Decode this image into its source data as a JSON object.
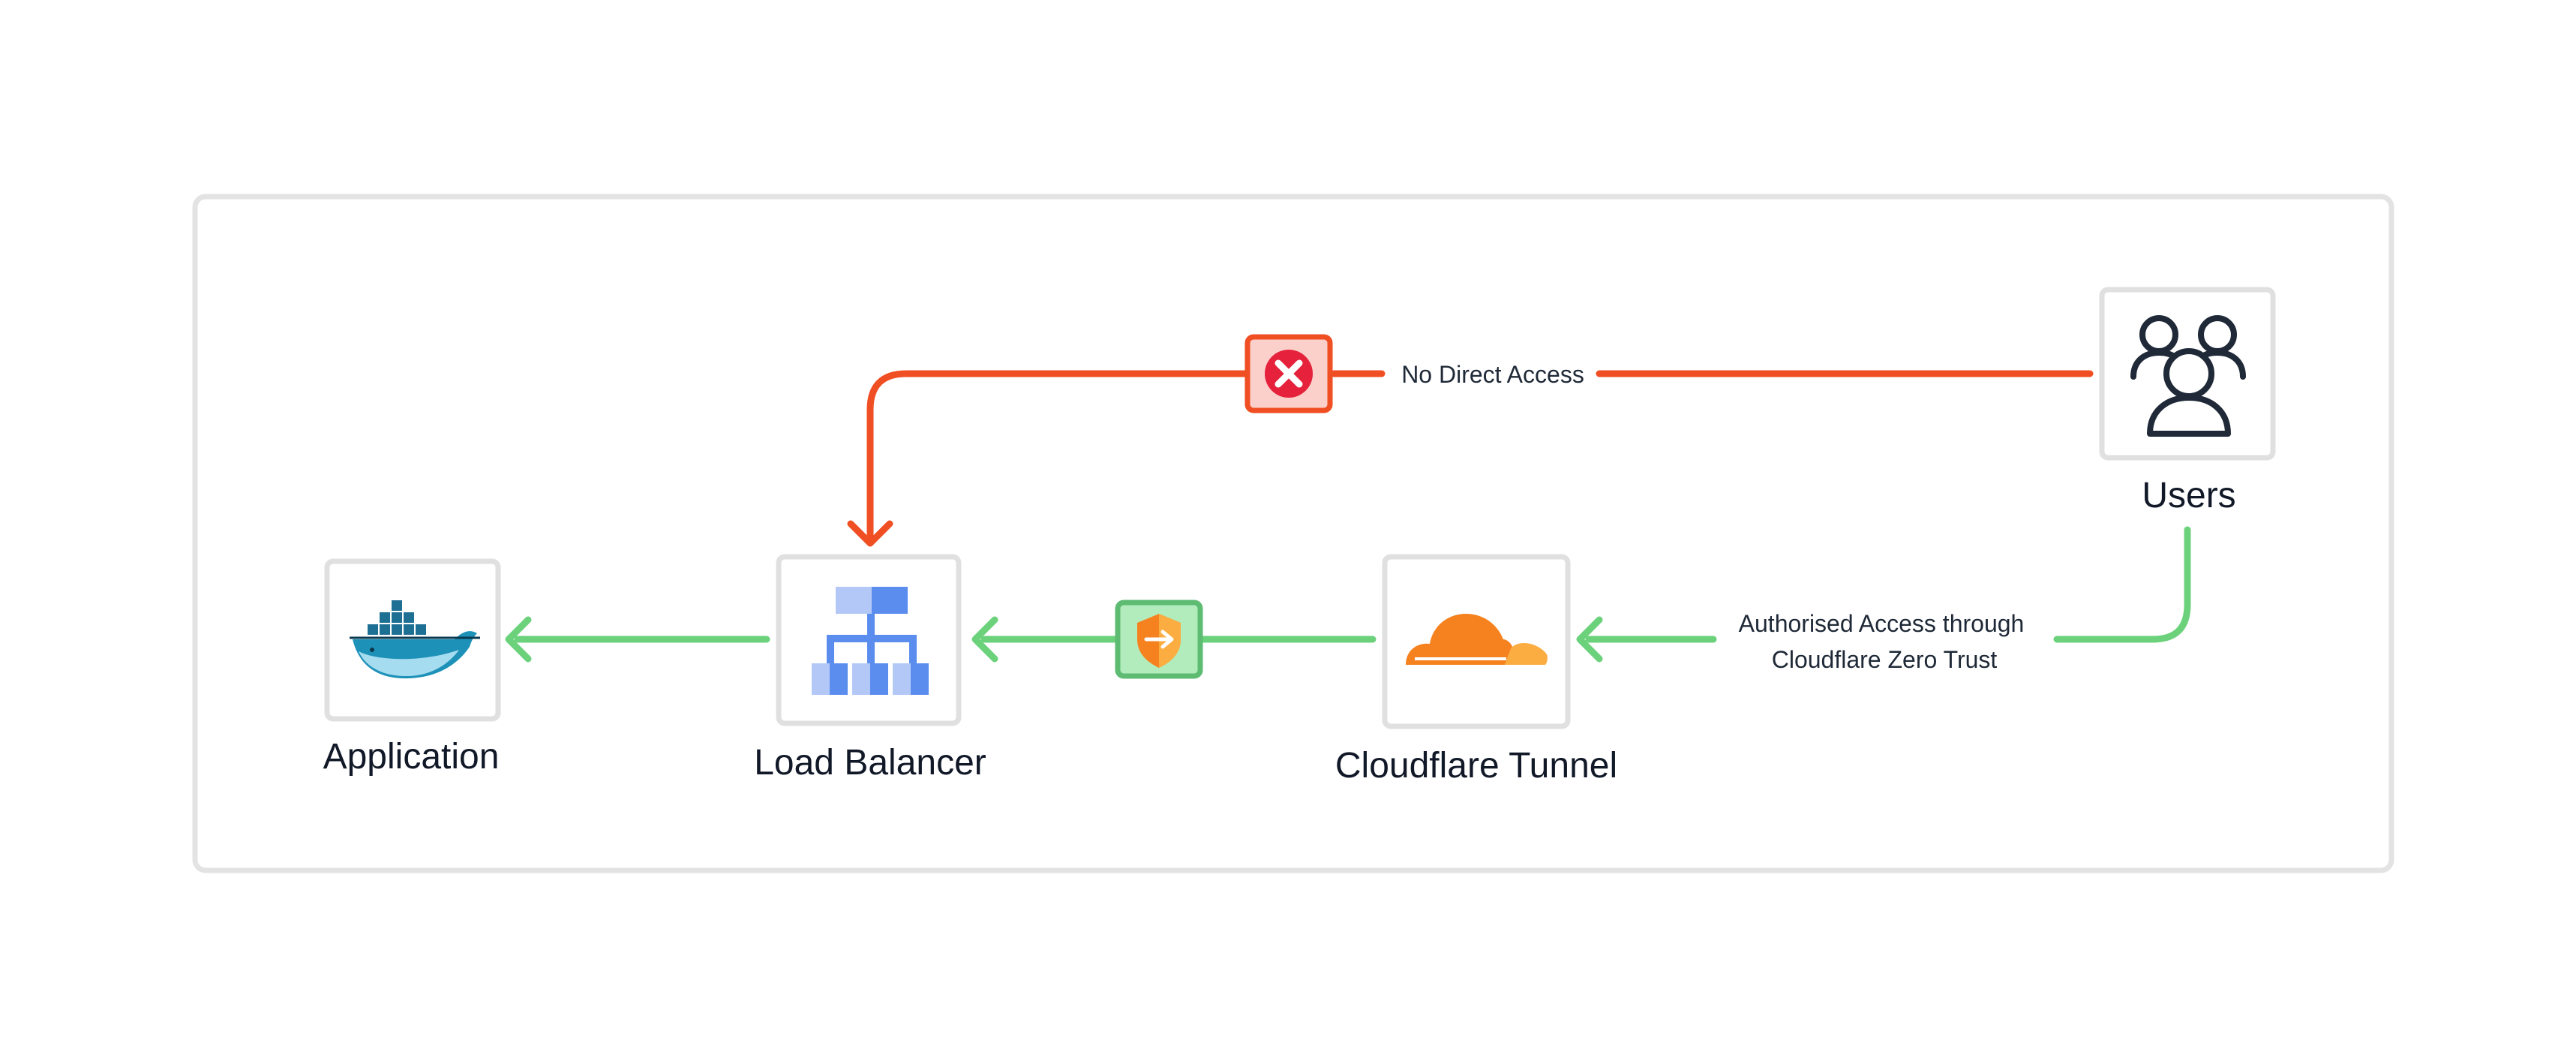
{
  "diagram": {
    "nodes": {
      "application": {
        "label": "Application",
        "icon": "docker-whale-icon"
      },
      "load_balancer": {
        "label": "Load Balancer",
        "icon": "load-balancer-hierarchy-icon"
      },
      "cloudflare_tunnel": {
        "label": "Cloudflare Tunnel",
        "icon": "cloudflare-cloud-icon"
      },
      "users": {
        "label": "Users",
        "icon": "users-group-icon"
      }
    },
    "edges": {
      "blocked": {
        "label": "No Direct Access",
        "from": "Users",
        "to": "Load Balancer",
        "status_icon": "blocked-x-icon"
      },
      "authorised": {
        "label_line1": "Authorised Access through",
        "label_line2": "Cloudflare Zero Trust",
        "from": "Users",
        "to": "Cloudflare Tunnel"
      },
      "tunnel_to_lb": {
        "from": "Cloudflare Tunnel",
        "to": "Load Balancer",
        "status_icon": "shield-access-icon"
      },
      "lb_to_app": {
        "from": "Load Balancer",
        "to": "Application"
      }
    },
    "colors": {
      "blocked": "#f04e23",
      "allowed": "#6bd27b",
      "frame": "#e5e5e5",
      "docker": "#1d91b8",
      "load_balancer": "#5b8def",
      "cloudflare": "#f6821f",
      "users": "#1f2937"
    }
  }
}
